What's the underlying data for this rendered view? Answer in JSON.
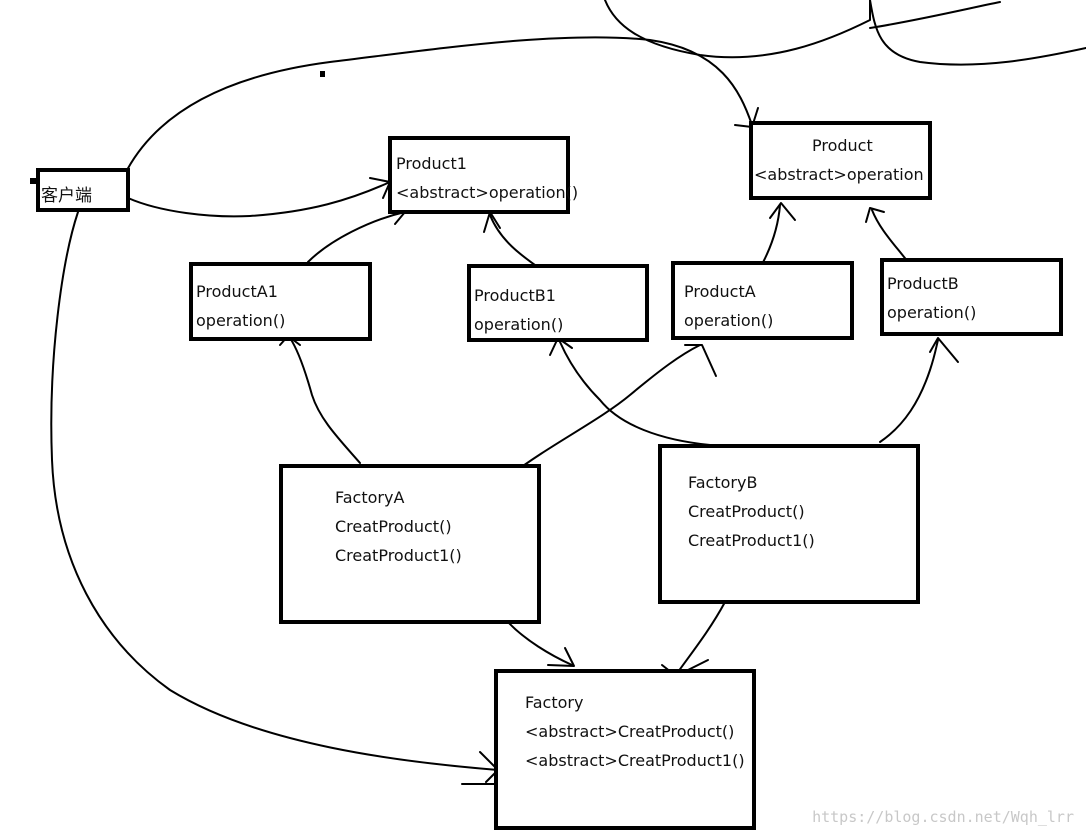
{
  "client": {
    "label": "客户端"
  },
  "product1": {
    "name": "Product1",
    "op": "<abstract>operation()"
  },
  "product": {
    "name": "Product",
    "op": "<abstract>operation"
  },
  "productA1": {
    "name": "ProductA1",
    "op": "operation()"
  },
  "productB1": {
    "name": "ProductB1",
    "op": "operation()"
  },
  "productA": {
    "name": "ProductA",
    "op": "operation()"
  },
  "productB": {
    "name": "ProductB",
    "op": "operation()"
  },
  "factoryA": {
    "name": "FactoryA",
    "m1": "CreatProduct()",
    "m2": "CreatProduct1()"
  },
  "factoryB": {
    "name": "FactoryB",
    "m1": "CreatProduct()",
    "m2": "CreatProduct1()"
  },
  "factory": {
    "name": "Factory",
    "m1": "<abstract>CreatProduct()",
    "m2": "<abstract>CreatProduct1()"
  },
  "watermark": "https://blog.csdn.net/Wqh_lrr"
}
